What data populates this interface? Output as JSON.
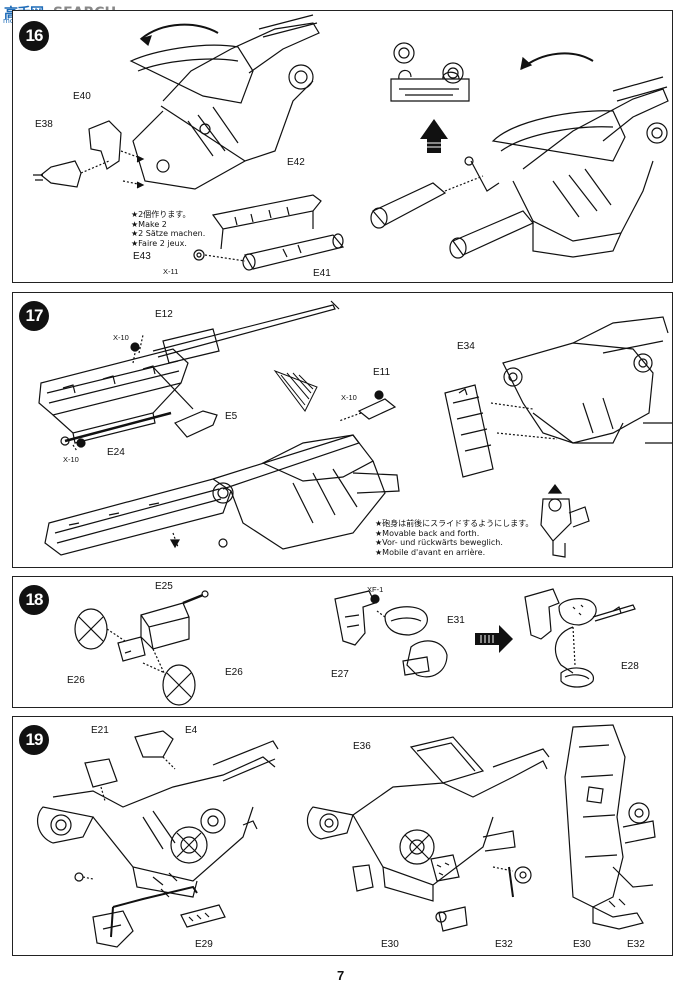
{
  "watermark": {
    "logo": "高手网",
    "sub": "moshou.com",
    "text": "SEARCH"
  },
  "colors": {
    "line": "#111111",
    "paper": "#ffffff",
    "watermark": "#1d6bb8"
  },
  "steps": [
    {
      "number": "16",
      "parts": [
        "E40",
        "E38",
        "E42",
        "E43",
        "X-11",
        "E41"
      ],
      "note": [
        "★2個作ります。",
        "★Make 2",
        "★2 Sätze machen.",
        "★Faire 2 jeux."
      ]
    },
    {
      "number": "17",
      "parts": [
        "E12",
        "X-10",
        "E11",
        "X-10",
        "E5",
        "X-10",
        "E24",
        "E34"
      ],
      "note": [
        "★砲身は前後にスライドするようにします。",
        "★Movable back and forth.",
        "★Vor- und rückwärts beweglich.",
        "★Mobile d'avant en arrière."
      ]
    },
    {
      "number": "18",
      "parts": [
        "E25",
        "E26",
        "E26",
        "XF-1",
        "E31",
        "E27",
        "E28"
      ]
    },
    {
      "number": "19",
      "parts": [
        "E21",
        "E4",
        "E29",
        "E36",
        "E30",
        "E32",
        "E30",
        "E32"
      ]
    }
  ],
  "page_number": "7"
}
